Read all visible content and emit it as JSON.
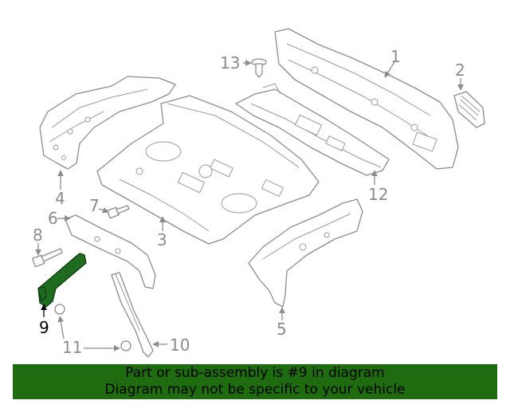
{
  "diagram": {
    "callouts": [
      {
        "id": "1",
        "text": "1"
      },
      {
        "id": "2",
        "text": "2"
      },
      {
        "id": "3",
        "text": "3"
      },
      {
        "id": "4",
        "text": "4"
      },
      {
        "id": "5",
        "text": "5"
      },
      {
        "id": "6",
        "text": "6"
      },
      {
        "id": "7",
        "text": "7"
      },
      {
        "id": "8",
        "text": "8"
      },
      {
        "id": "9",
        "text": "9"
      },
      {
        "id": "10",
        "text": "10"
      },
      {
        "id": "11",
        "text": "11"
      },
      {
        "id": "12",
        "text": "12"
      },
      {
        "id": "13",
        "text": "13"
      }
    ],
    "highlighted_part": "9",
    "colors": {
      "line": "#8c8c8c",
      "highlight": "#1f6b1f",
      "banner": "#1f6b10"
    }
  },
  "banner": {
    "line1": "Part or sub-assembly is #9 in diagram",
    "line2": "Diagram may not be specific to your vehicle"
  }
}
